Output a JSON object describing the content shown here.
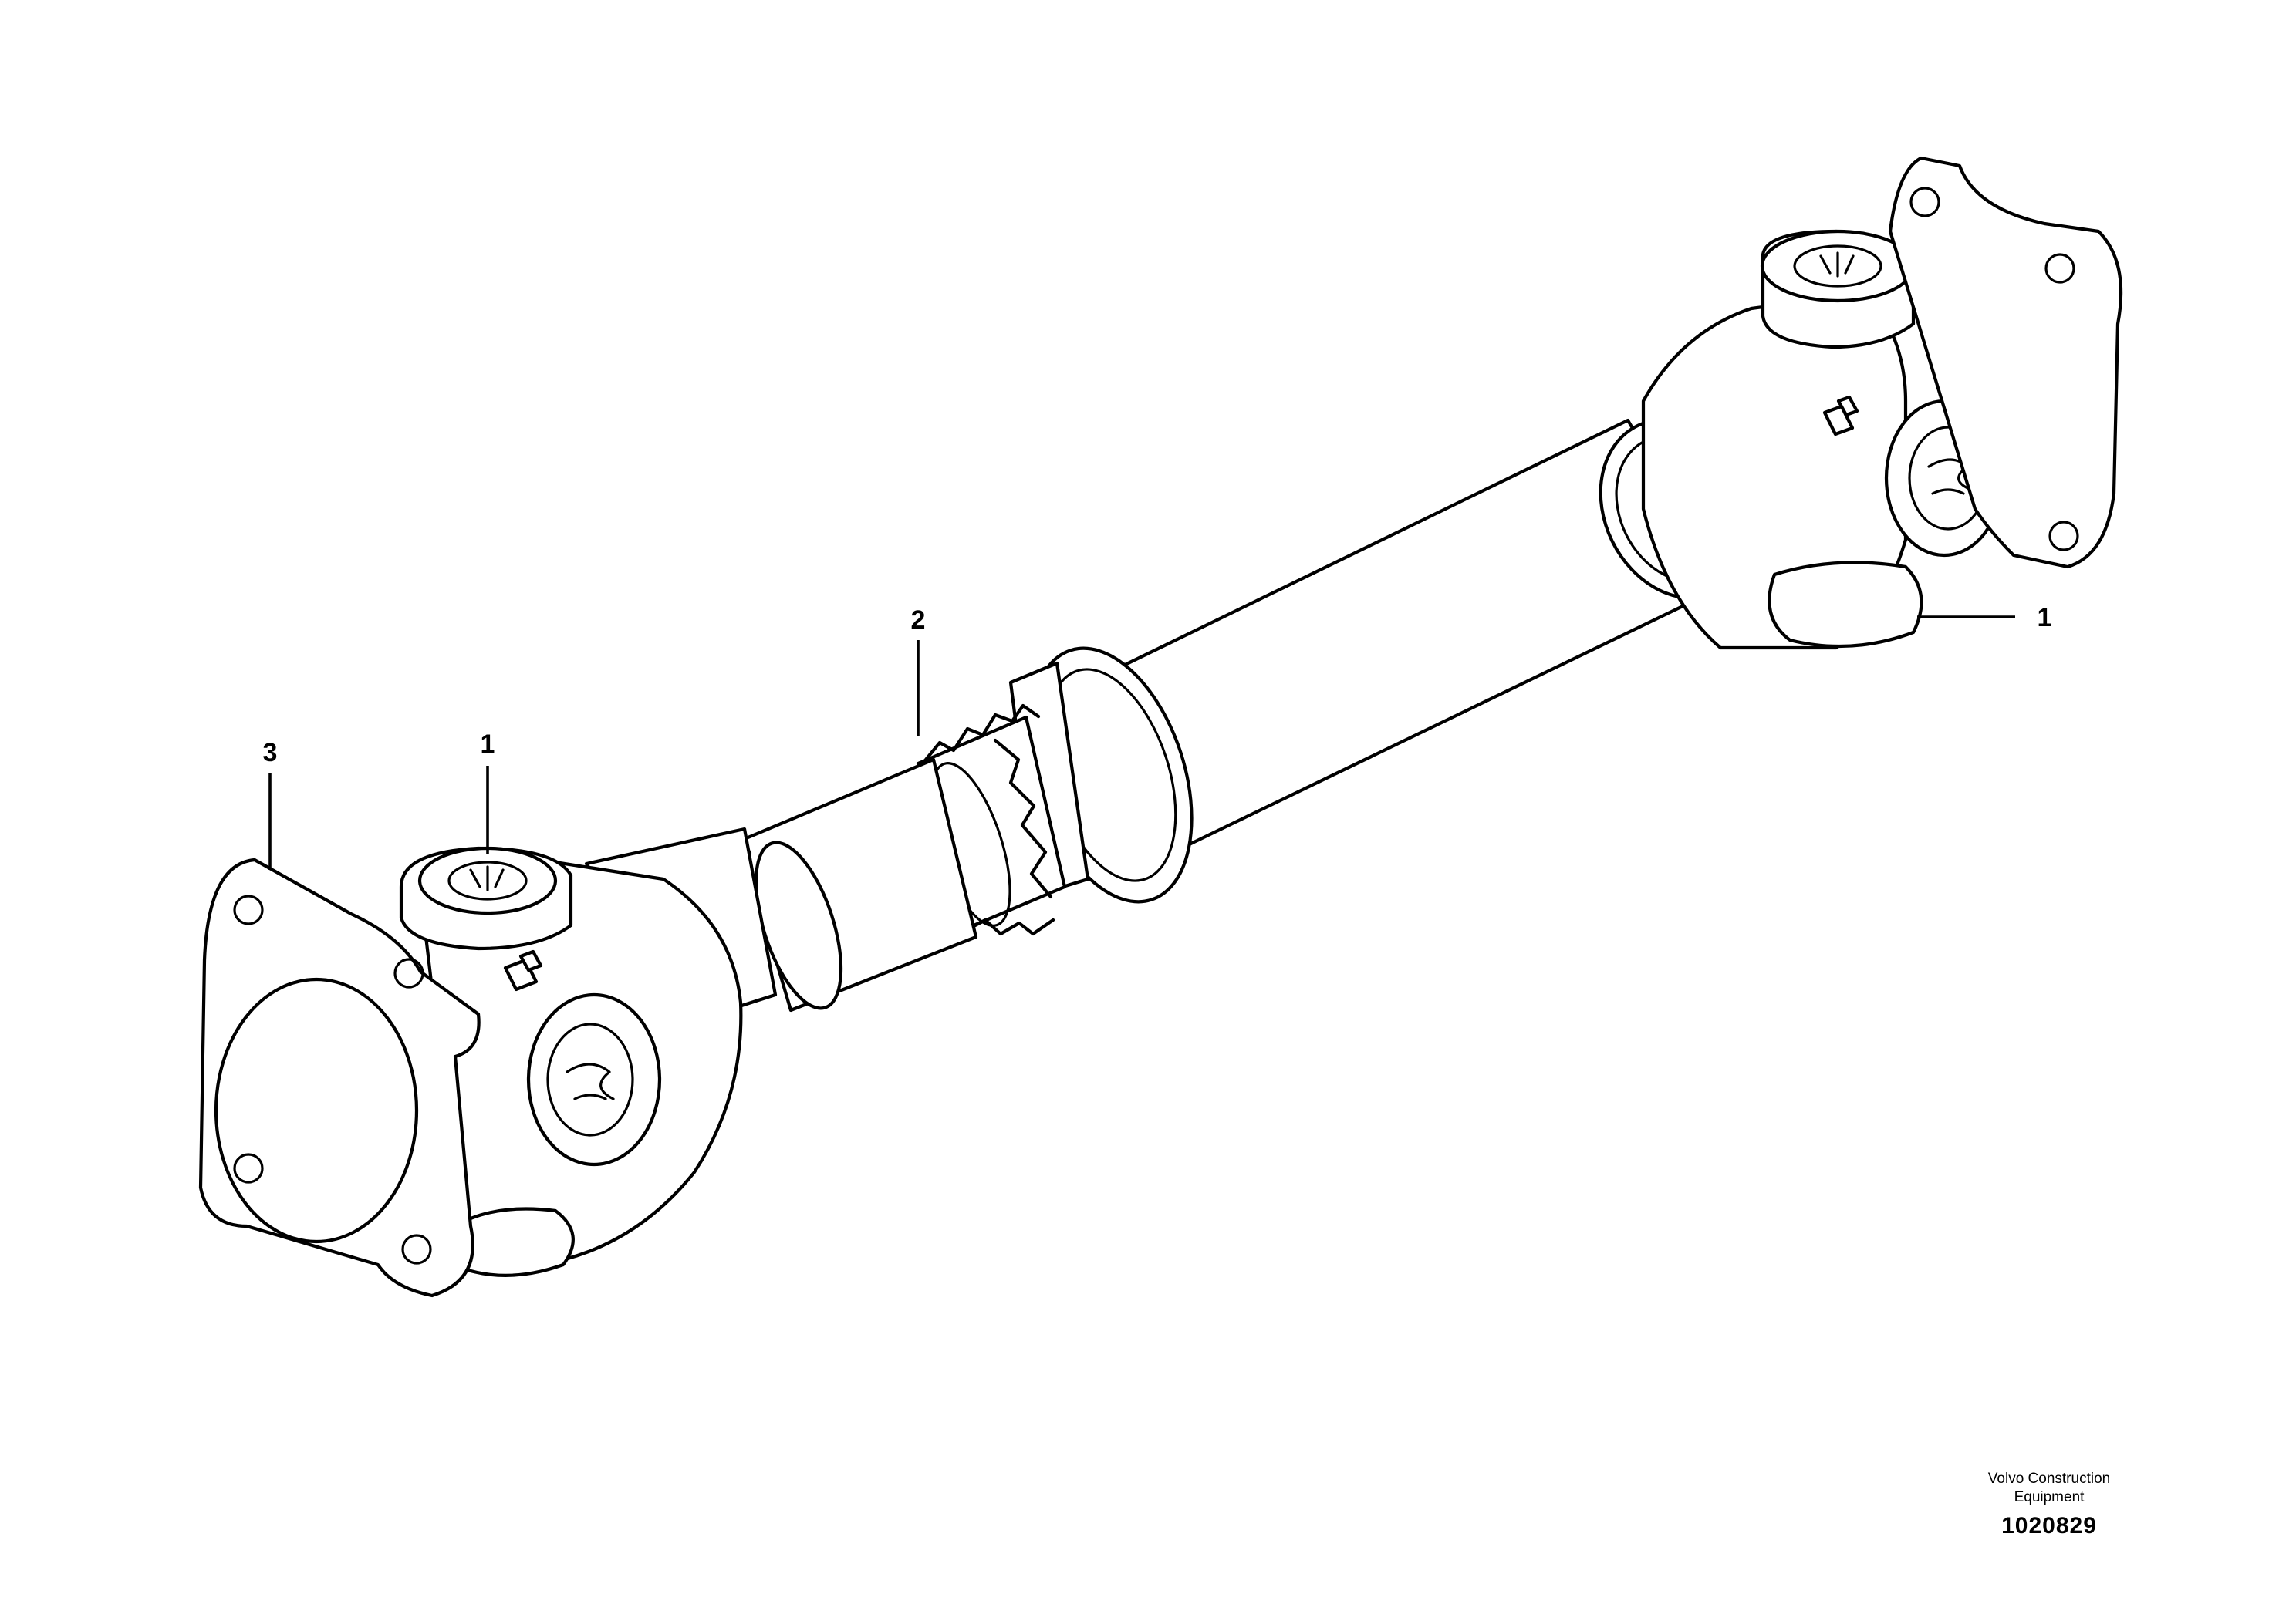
{
  "callouts": [
    {
      "id": "c1-left",
      "label": "1"
    },
    {
      "id": "c1-right",
      "label": "1"
    },
    {
      "id": "c2",
      "label": "2"
    },
    {
      "id": "c3",
      "label": "3"
    }
  ],
  "footer": {
    "brand_line1": "Volvo Construction",
    "brand_line2": "Equipment",
    "drawing_number": "1020829"
  }
}
